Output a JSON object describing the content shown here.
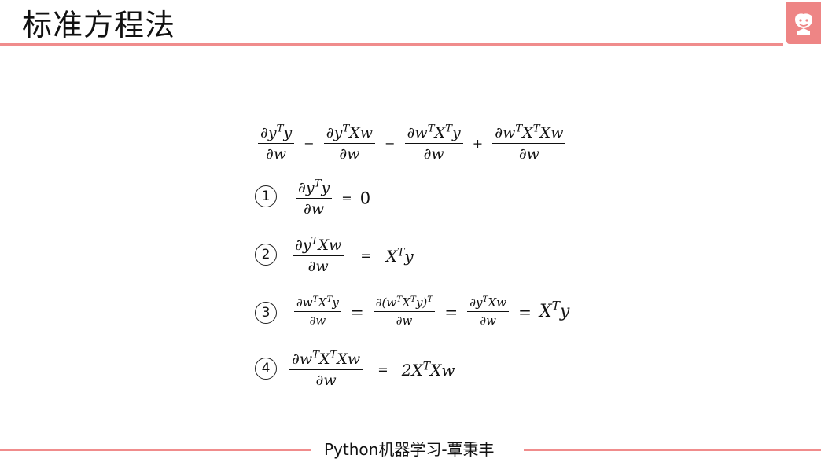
{
  "slide": {
    "title": "标准方程法",
    "footer": "Python机器学习-覃秉丰",
    "logo_icon": "cartoon-avatar-logo",
    "accent_color": "#f08c8c"
  },
  "expressions": {
    "main": {
      "term1_num": "∂y",
      "term1_num_sup": "T",
      "term1_num_tail": "y",
      "term1_den": "∂w",
      "op1": "−",
      "term2_num": "∂y",
      "term2_num_sup": "T",
      "term2_num_tail": "Xw",
      "term2_den": "∂w",
      "op2": "−",
      "term3_num": "∂w",
      "term3_num_sup": "T",
      "term3_num_mid": "X",
      "term3_num_sup2": "T",
      "term3_num_tail": "y",
      "term3_den": "∂w",
      "op3": "+",
      "term4_num": "∂w",
      "term4_num_sup": "T",
      "term4_num_mid": "X",
      "term4_num_sup2": "T",
      "term4_num_tail": "Xw",
      "term4_den": "∂w"
    },
    "items": [
      {
        "marker": "1",
        "num": "∂y",
        "num_sup": "T",
        "num_tail": "y",
        "den": "∂w",
        "eq": "=",
        "rhs": "0"
      },
      {
        "marker": "2",
        "num": "∂y",
        "num_sup": "T",
        "num_tail": "Xw",
        "den": "∂w",
        "eq": "=",
        "rhs": "X",
        "rhs_sup": "T",
        "rhs_tail": "y"
      },
      {
        "marker": "3",
        "a_num": "∂w",
        "a_sup": "T",
        "a_mid": "X",
        "a_sup2": "T",
        "a_tail": "y",
        "a_den": "∂w",
        "eq1": "=",
        "b_num": "∂(w",
        "b_sup": "T",
        "b_mid": "X",
        "b_sup2": "T",
        "b_tail": "y)",
        "b_sup3": "T",
        "b_den": "∂w",
        "eq2": "=",
        "c_num": "∂y",
        "c_sup": "T",
        "c_tail": "Xw",
        "c_den": "∂w",
        "eq3": "=",
        "rhs": "X",
        "rhs_sup": "T",
        "rhs_tail": "y"
      },
      {
        "marker": "4",
        "num": "∂w",
        "num_sup": "T",
        "num_mid": "X",
        "num_sup2": "T",
        "num_tail": "Xw",
        "den": "∂w",
        "eq": "=",
        "rhs": "2X",
        "rhs_sup": "T",
        "rhs_tail": "Xw"
      }
    ]
  }
}
